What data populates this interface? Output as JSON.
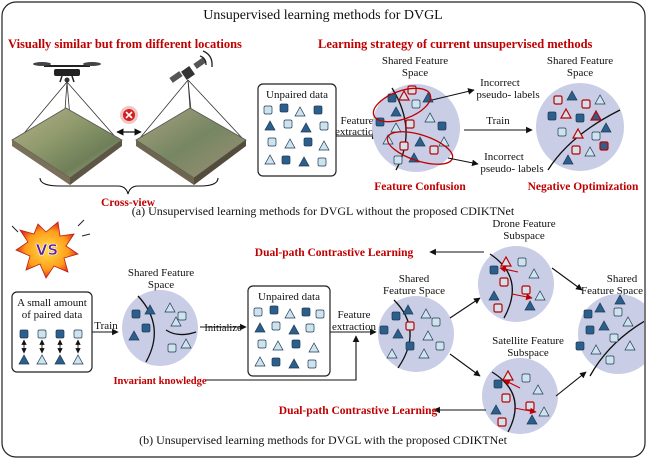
{
  "colors": {
    "accent_red": "#c00000",
    "feature_space": "#c9cde6",
    "node_dark": "#2c5f8c",
    "node_light": "#cfe3ee"
  },
  "figure": {
    "title": "Unsupervised learning methods for DVGL"
  },
  "top": {
    "left_heading": "Visually similar but from different locations",
    "right_heading": "Learning strategy of current unsupervised methods",
    "cross_view_label": "Cross-view",
    "unpaired_label": "Unpaired data",
    "feature_extraction_l1": "Feature",
    "feature_extraction_l2": "extraction",
    "shared_space_l1": "Shared Feature",
    "shared_space_l2": "Space",
    "incorrect_top_l1": "Incorrect",
    "incorrect_top_l2": "pseudo- labels",
    "incorrect_bottom_l1": "Incorrect",
    "incorrect_bottom_l2": "pseudo- labels",
    "train_label": "Train",
    "shared_space2_l1": "Shared Feature",
    "shared_space2_l2": "Space",
    "feature_confusion": "Feature Confusion",
    "negative_optimization": "Negative Optimization",
    "caption": "(a) Unsupervised learning  methods for DVGL without the proposed  CDIKTNet"
  },
  "vs": {
    "text": "VS"
  },
  "bottom": {
    "paired_l1": "A small amount",
    "paired_l2": "of paired data",
    "train_label": "Train",
    "shared_space_l1": "Shared Feature",
    "shared_space_l2": "Space",
    "invariant_knowledge": "Invariant knowledge",
    "initialize_label": "Initialize",
    "unpaired_label": "Unpaired data",
    "feature_extraction_l1": "Feature",
    "feature_extraction_l2": "extraction",
    "shared_space2_l1": "Shared",
    "shared_space2_l2": "Feature Space",
    "drone_subspace_l1": "Drone Feature",
    "drone_subspace_l2": "Subspace",
    "satellite_subspace_l1": "Satellite Feature",
    "satellite_subspace_l2": "Subspace",
    "final_l1": "Shared",
    "final_l2": "Feature Space",
    "dual_path_top": "Dual-path Contrastive Learning",
    "dual_path_bottom": "Dual-path Contrastive Learning",
    "caption": "(b) Unsupervised learning methods for DVGL with the proposed CDIKTNet"
  }
}
